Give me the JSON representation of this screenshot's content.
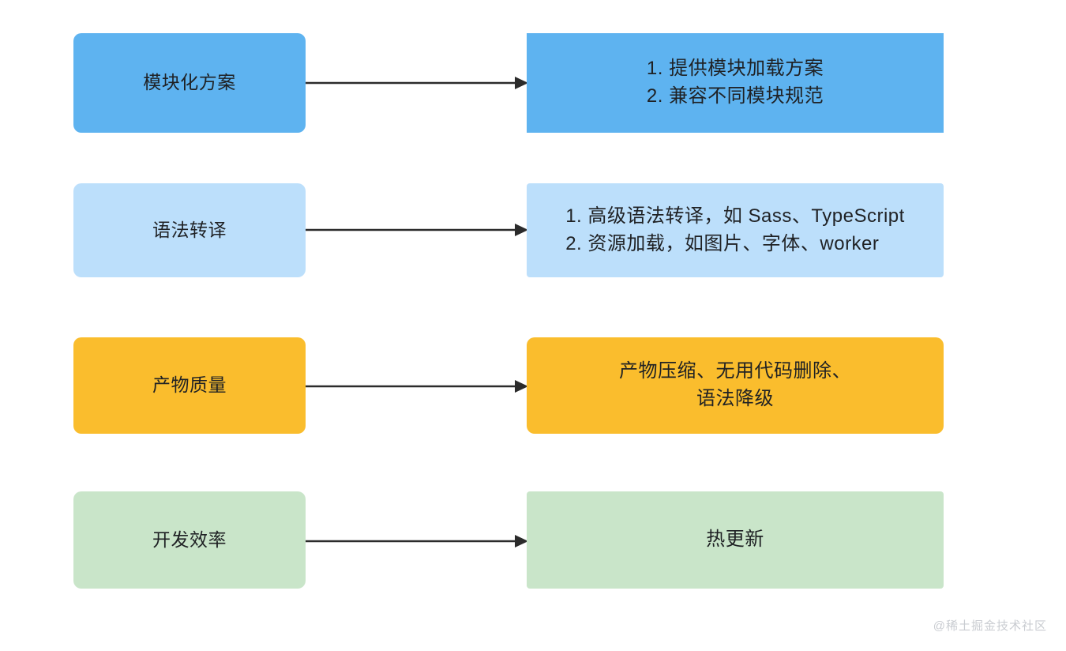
{
  "diagram": {
    "type": "flow",
    "orientation": "left-to-right",
    "background": "#ffffff",
    "arrow_color": "#2b2b2b",
    "text_color": "#1f2124",
    "rows": [
      {
        "id": "modularization",
        "fill": "#5EB3F0",
        "source_label": "模块化方案",
        "target_label": "1. 提供模块加载方案\n2. 兼容不同模块规范",
        "target_items": [
          "1. 提供模块加载方案",
          "2. 兼容不同模块规范"
        ],
        "arrow": "→"
      },
      {
        "id": "syntax-transpile",
        "fill": "#BCDFFB",
        "source_label": "语法转译",
        "target_label": "1. 高级语法转译，如 Sass、TypeScript\n2. 资源加载，如图片、字体、worker",
        "target_items": [
          "1. 高级语法转译，如 Sass、TypeScript",
          "2. 资源加载，如图片、字体、worker"
        ],
        "arrow": "→"
      },
      {
        "id": "output-quality",
        "fill": "#FABD2D",
        "source_label": "产物质量",
        "target_label": "产物压缩、无用代码删除、\n语法降级",
        "target_items": [
          "产物压缩、无用代码删除、",
          "语法降级"
        ],
        "arrow": "→"
      },
      {
        "id": "dev-efficiency",
        "fill": "#C9E5C9",
        "source_label": "开发效率",
        "target_label": "热更新",
        "target_items": [
          "热更新"
        ],
        "arrow": "→"
      }
    ]
  },
  "watermark": {
    "text": "@稀土掘金技术社区"
  }
}
